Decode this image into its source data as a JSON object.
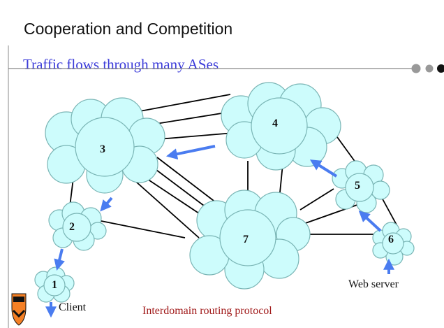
{
  "slide": {
    "title": "Cooperation and Competition",
    "subtitle": "Traffic flows through many ASes",
    "caption": "Interdomain routing protocol"
  },
  "diagram": {
    "nodes": [
      {
        "id": "1",
        "label": "1"
      },
      {
        "id": "2",
        "label": "2"
      },
      {
        "id": "3",
        "label": "3"
      },
      {
        "id": "4",
        "label": "4"
      },
      {
        "id": "5",
        "label": "5"
      },
      {
        "id": "6",
        "label": "6"
      },
      {
        "id": "7",
        "label": "7"
      }
    ],
    "links": [
      [
        "3",
        "4"
      ],
      [
        "3",
        "7"
      ],
      [
        "3",
        "2"
      ],
      [
        "2",
        "1"
      ],
      [
        "4",
        "7"
      ],
      [
        "4",
        "5"
      ],
      [
        "7",
        "5"
      ],
      [
        "7",
        "6"
      ],
      [
        "5",
        "6"
      ],
      [
        "2",
        "7"
      ]
    ],
    "traffic_path": [
      "6",
      "5",
      "4",
      "3",
      "2",
      "1"
    ],
    "endpoints": {
      "client": "Client",
      "web_server": "Web server"
    },
    "colors": {
      "cloud_fill": "#cdfcfc",
      "cloud_stroke": "#7ab5b5",
      "arrow": "#4a7cf0",
      "link": "#000000"
    }
  },
  "logo": {
    "name": "princeton-shield-icon"
  }
}
